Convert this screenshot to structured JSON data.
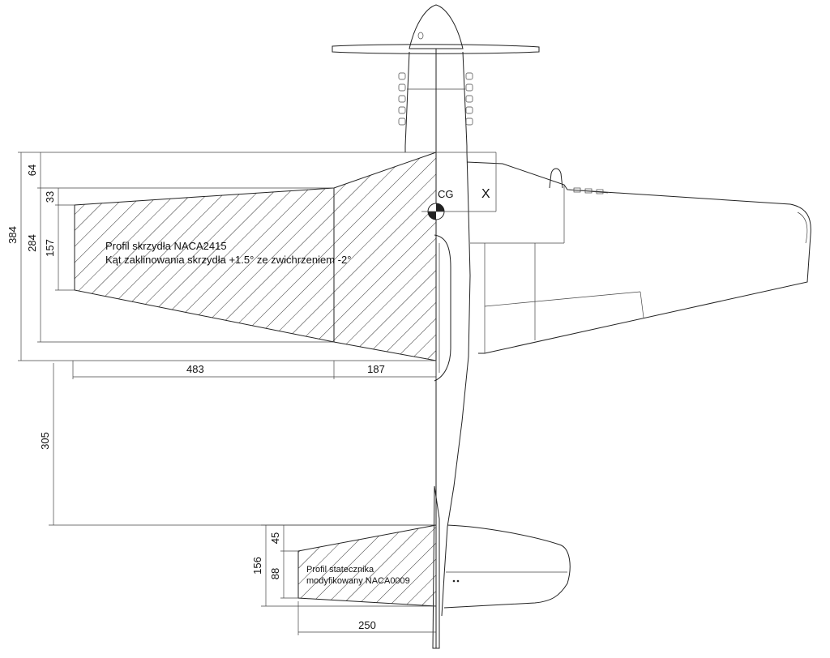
{
  "wing": {
    "airfoil_label": "Profil skrzydła NACA2415",
    "incidence_label": "Kąt zaklinowania skrzydła +1.5° ze zwichrzeniem -2°"
  },
  "stabilizer": {
    "airfoil_label_line1": "Profil statecznika",
    "airfoil_label_line2": "modyfikowany NACA0009"
  },
  "cg": {
    "label": "CG",
    "x_mark": "X"
  },
  "dimensions": {
    "wing_outer_span": "483",
    "wing_inner_span": "187",
    "root_chord_total": "384",
    "tip_offset_total": "284",
    "root_le_offset": "64",
    "tip_le_offset": "33",
    "tip_chord": "157",
    "tail_moment": "305",
    "stab_span": "250",
    "stab_root_chord": "156",
    "stab_le_offset": "45",
    "stab_tip_chord": "88"
  },
  "colors": {
    "line": "#222222",
    "hatch": "#333333",
    "background": "#ffffff"
  }
}
